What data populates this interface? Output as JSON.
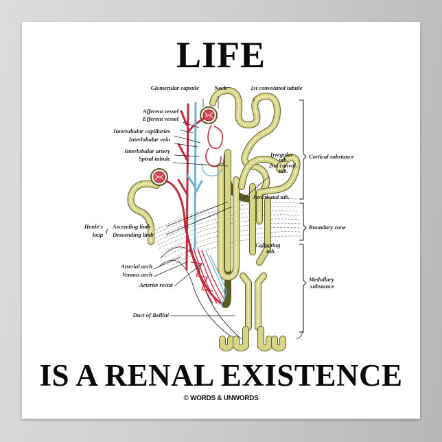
{
  "poster": {
    "title_top": "LIFE",
    "title_bottom": "IS A RENAL EXISTENCE",
    "credit": "© WORDS & UNWORDS"
  },
  "diagram": {
    "labels": {
      "glomerular_capsule": "Glomerular capsule",
      "neck": "Neck",
      "first_convoluted_tubule": "1st convoluted tubule",
      "afferent_vessel": "Afferent vessel",
      "efferent_vessel": "Efferent vessel",
      "intertubular_capillaries": "Intertubular capillaries",
      "interlobular_vein": "Interlobular vein",
      "interlobular_artery": "Interlobular artery",
      "spiral_tubule": "Spiral tubule",
      "irregular_tub_1": "Irregular",
      "irregular_tub_2": "tub.",
      "second_convol_1": "2nd convol.",
      "second_convol_2": "tub.",
      "cortical_substance": "Cortical substance",
      "junctional_tub": "Junctional tub.",
      "henles": "Henle's",
      "loop": "loop",
      "ascending_limb": "Ascending limb",
      "descending_limb": "Descending limb",
      "boundary_zone": "Boundary zone",
      "collecting_tub_1": "Collecting",
      "collecting_tub_2": "tub.",
      "arterial_arch": "Arterial arch",
      "venous_arch": "Venous arch",
      "arteriae_rectae": "Arteriæ rectæ",
      "medullary_1": "Medullary",
      "medullary_2": "substance",
      "duct_of_bellini": "Duct of Bellini"
    },
    "colors": {
      "tubule": "#d7d486",
      "artery": "#c8283c",
      "vein": "#6fb3d6",
      "background_frame": "#c9c8c6"
    }
  }
}
